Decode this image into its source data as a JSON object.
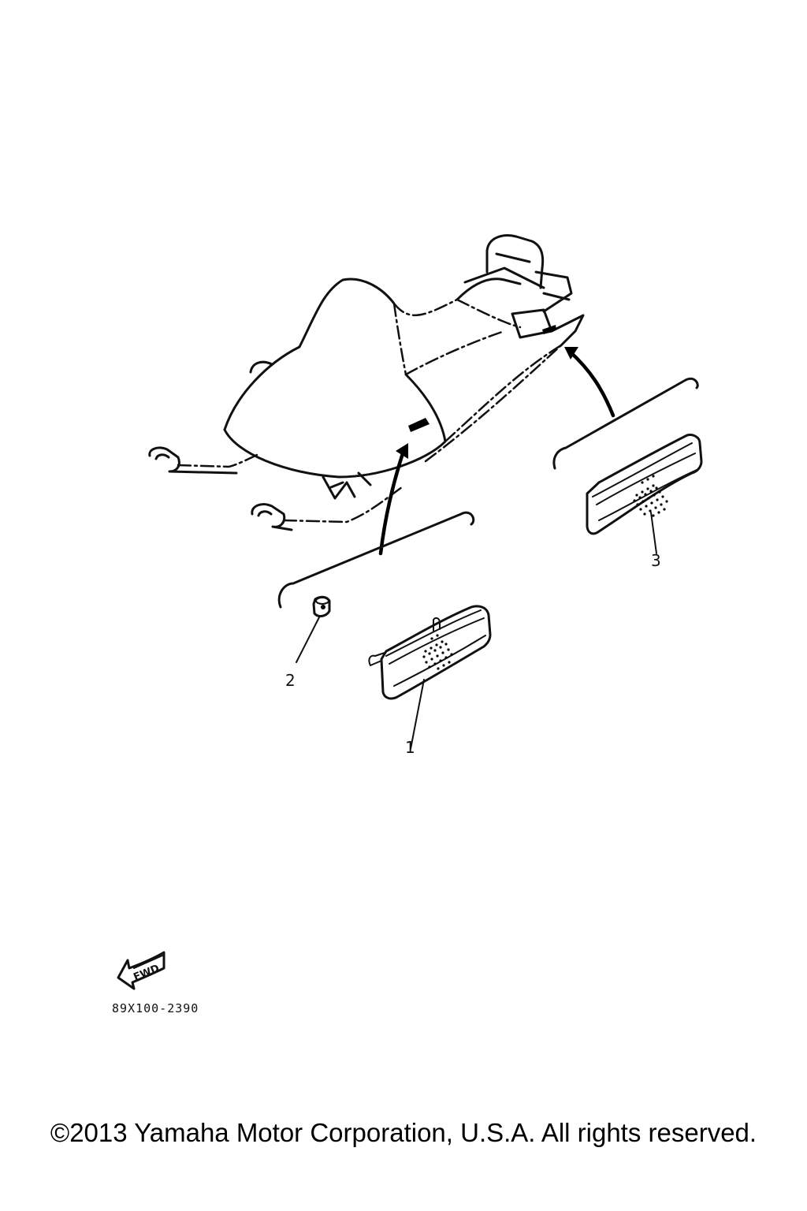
{
  "callouts": [
    {
      "number": "1"
    },
    {
      "number": "2"
    },
    {
      "number": "3"
    }
  ],
  "fwd_label": "FWD",
  "diagram_code": "89X100-2390",
  "copyright": "©2013 Yamaha Motor Corporation, U.S.A. All rights reserved."
}
